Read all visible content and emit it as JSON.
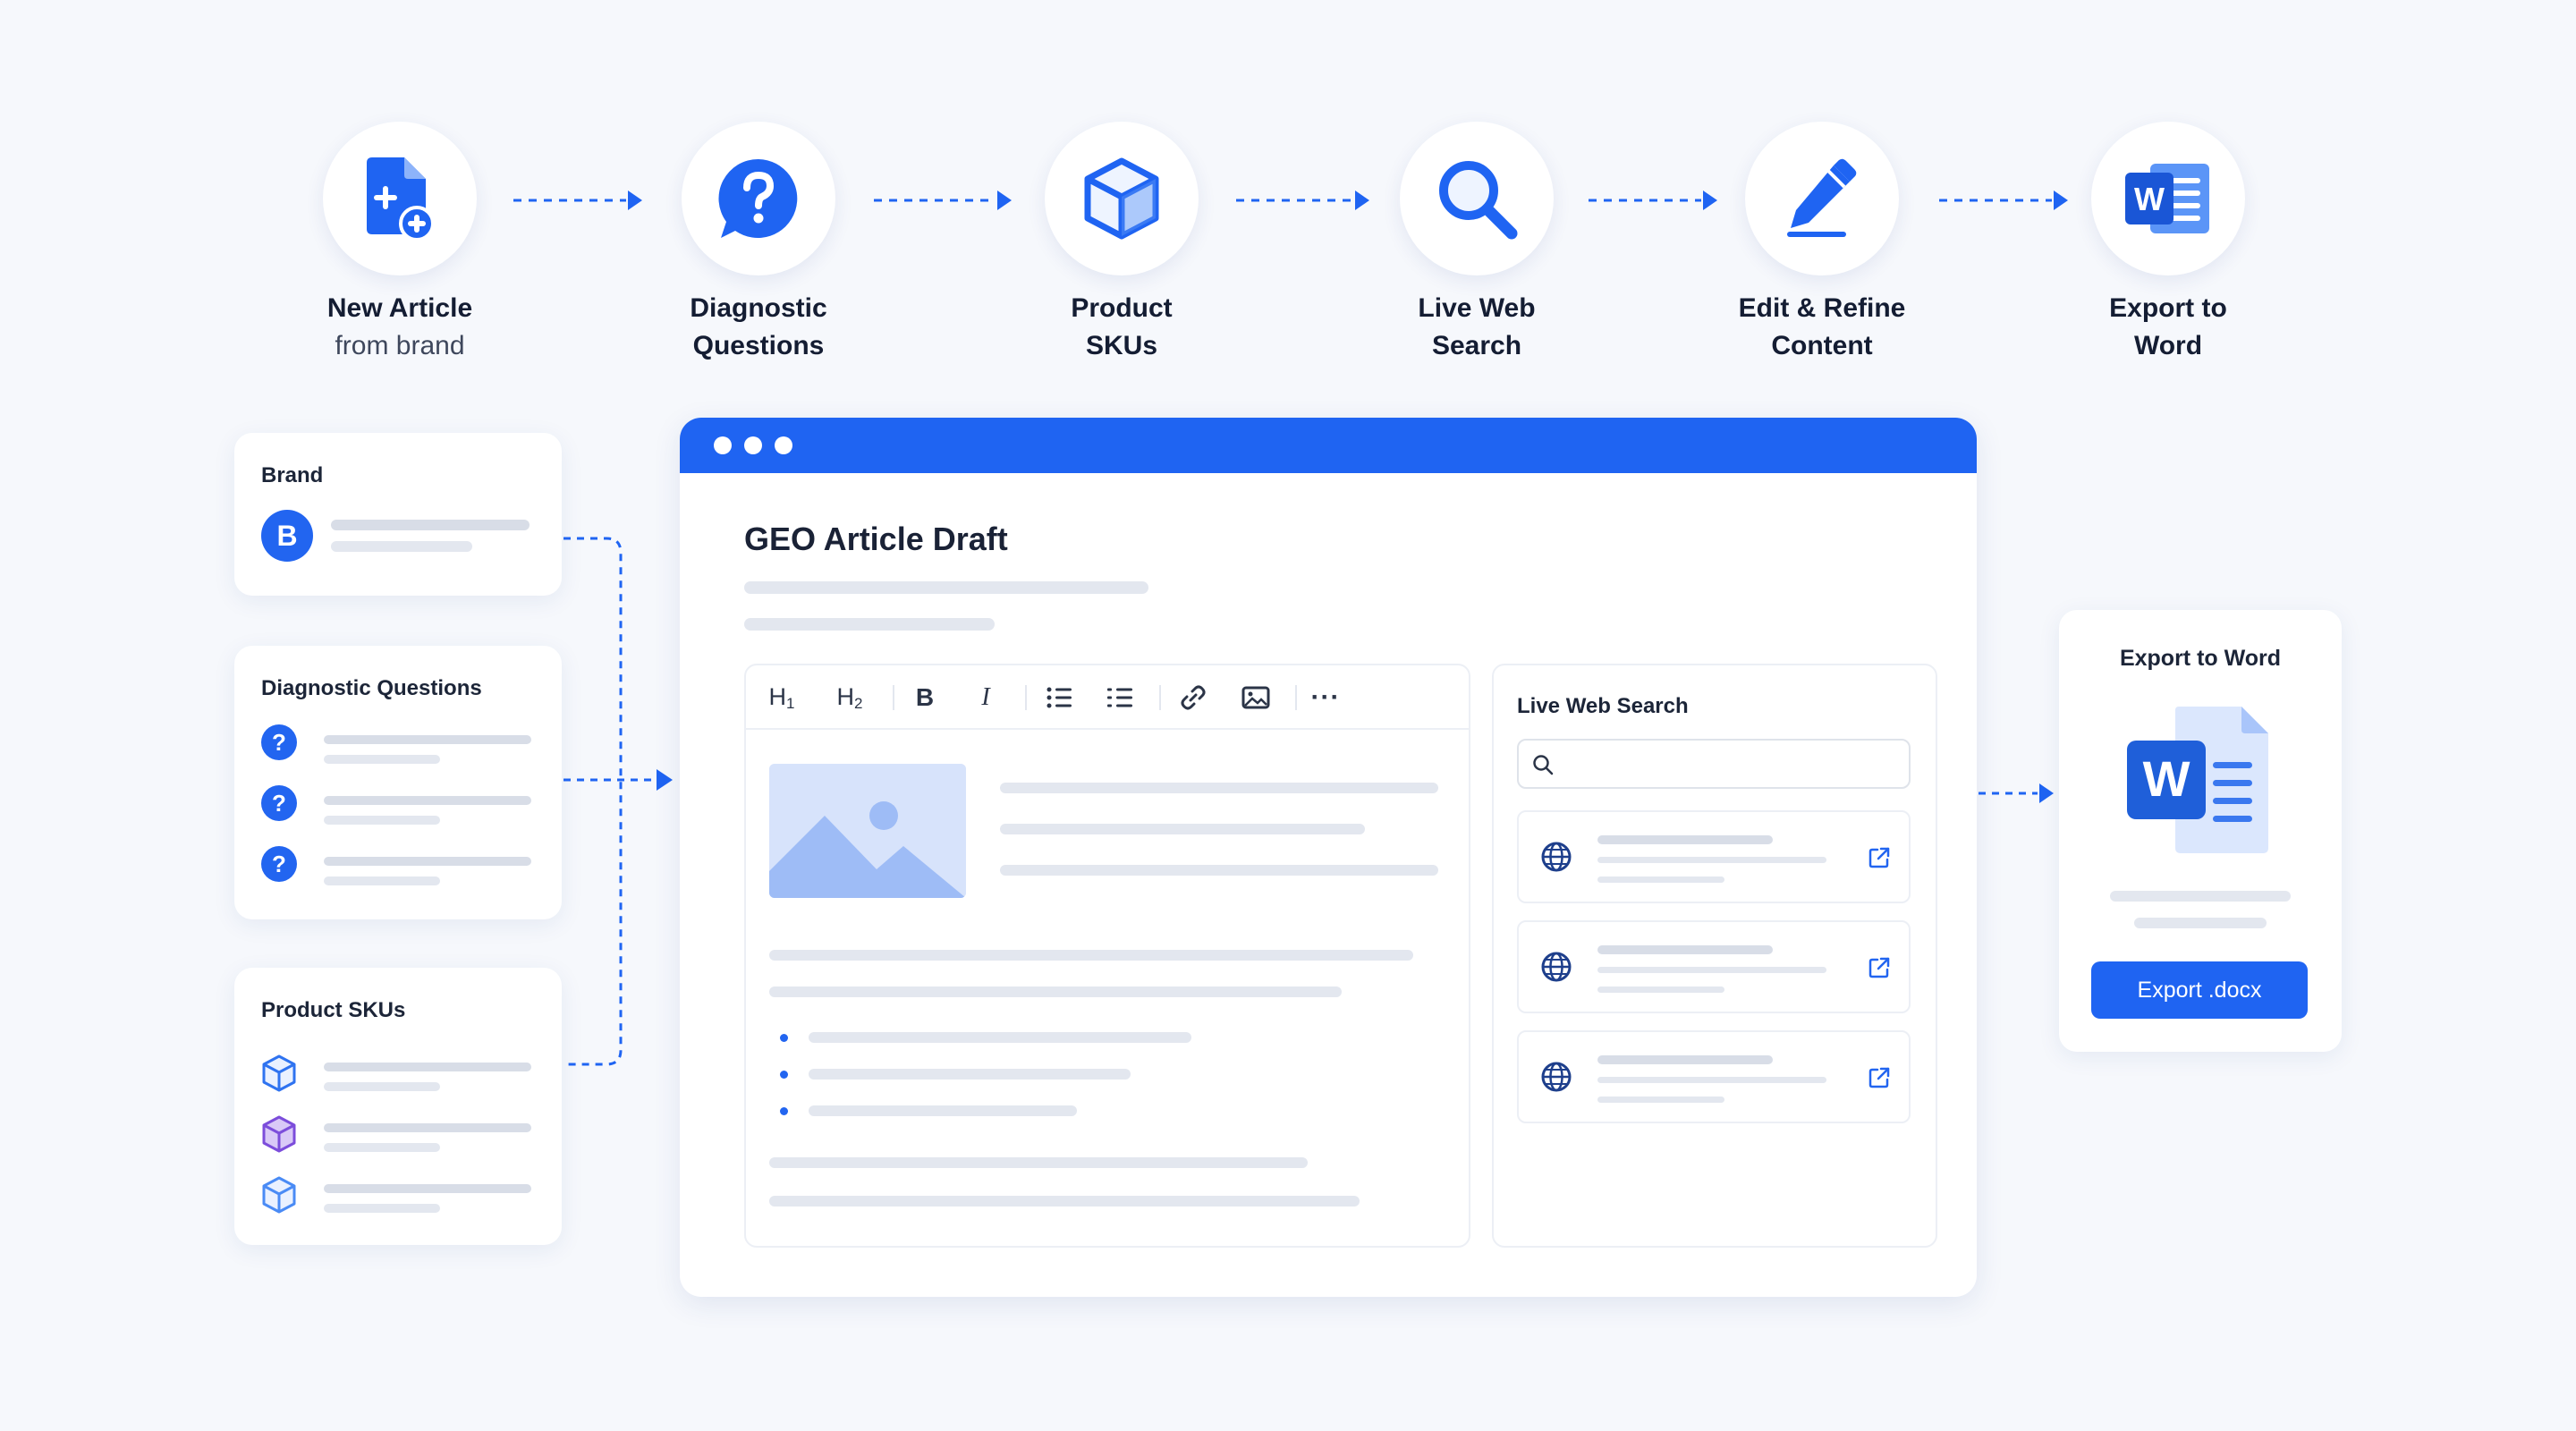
{
  "flow": {
    "steps": [
      {
        "line1": "New Article",
        "line2": "from brand",
        "icon": "new-document-icon"
      },
      {
        "line1": "Diagnostic",
        "line2": "Questions",
        "icon": "question-bubble-icon"
      },
      {
        "line1": "Product",
        "line2": "SKUs",
        "icon": "cube-icon"
      },
      {
        "line1": "Live Web",
        "line2": "Search",
        "icon": "search-icon"
      },
      {
        "line1": "Edit & Refine",
        "line2": "Content",
        "icon": "pencil-icon"
      },
      {
        "line1": "Export to",
        "line2": "Word",
        "icon": "word-icon"
      }
    ],
    "accent_color": "#1f64f2"
  },
  "inputs": {
    "brand": {
      "title": "Brand",
      "badge": "B"
    },
    "diagnostic": {
      "title": "Diagnostic Questions",
      "item_icon": "?",
      "count": 3
    },
    "skus": {
      "title": "Product SKUs",
      "count": 3,
      "icon_colors": [
        "#2f73f0",
        "#7c4ddb",
        "#4a8bf5"
      ]
    }
  },
  "editor": {
    "title": "GEO Article Draft",
    "toolbar": {
      "h1": "H1",
      "h2": "H2",
      "bold": "B",
      "italic": "I",
      "more": "···"
    }
  },
  "search": {
    "title": "Live Web Search",
    "placeholder": "",
    "results_count": 3
  },
  "export": {
    "title": "Export to Word",
    "button": "Export .docx",
    "word_letter": "W"
  }
}
